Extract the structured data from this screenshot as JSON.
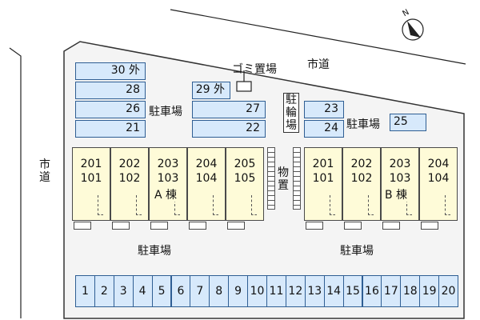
{
  "roads": {
    "city_road_top": "市道",
    "city_road_left": [
      "市",
      "道"
    ]
  },
  "compass": {
    "label": "N"
  },
  "garbage": {
    "label": "ゴミ置場"
  },
  "bicycle": {
    "label": [
      "駐",
      "輪",
      "場"
    ]
  },
  "storage": {
    "label": [
      "物",
      "置"
    ]
  },
  "parking_labels": {
    "left_mid": "駐車場",
    "right_mid": "駐車場",
    "bottom_left": "駐車場",
    "bottom_right": "駐車場"
  },
  "parking_left": [
    "30 外",
    "28",
    "26",
    "21"
  ],
  "parking_center": [
    "29 外",
    "27",
    "22"
  ],
  "parking_right": [
    "23",
    "24"
  ],
  "parking_25": "25",
  "building_a": {
    "label": "A 棟",
    "units": [
      {
        "upper": "201",
        "lower": "101"
      },
      {
        "upper": "202",
        "lower": "102"
      },
      {
        "upper": "203",
        "lower": "103"
      },
      {
        "upper": "204",
        "lower": "104"
      },
      {
        "upper": "205",
        "lower": "105"
      }
    ]
  },
  "building_b": {
    "label": "B 棟",
    "units": [
      {
        "upper": "201",
        "lower": "101"
      },
      {
        "upper": "202",
        "lower": "102"
      },
      {
        "upper": "203",
        "lower": "103"
      },
      {
        "upper": "204",
        "lower": "104"
      }
    ]
  },
  "bottom_spaces": [
    "1",
    "2",
    "3",
    "4",
    "5",
    "6",
    "7",
    "8",
    "9",
    "10",
    "11",
    "12",
    "13",
    "14",
    "15",
    "16",
    "17",
    "18",
    "19",
    "20"
  ]
}
